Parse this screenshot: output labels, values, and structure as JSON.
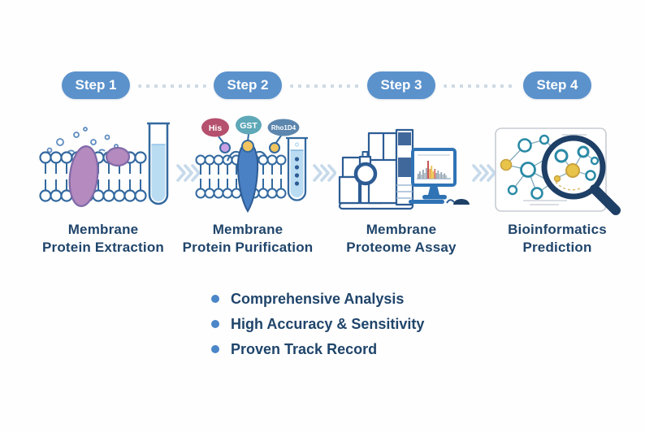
{
  "steps": [
    {
      "badge": "Step 1",
      "label_line1": "Membrane",
      "label_line2": "Protein Extraction"
    },
    {
      "badge": "Step 2",
      "label_line1": "Membrane",
      "label_line2": "Protein Purification"
    },
    {
      "badge": "Step 3",
      "label_line1": "Membrane",
      "label_line2": "Proteome Assay"
    },
    {
      "badge": "Step 4",
      "label_line1": "Bioinformatics",
      "label_line2": "Prediction"
    }
  ],
  "purification_tags": [
    {
      "label": "His",
      "color": "#b5506e"
    },
    {
      "label": "GST",
      "color": "#5ea8b8"
    },
    {
      "label": "Rho1D4",
      "color": "#5d86ae"
    }
  ],
  "features": [
    "Comprehensive Analysis",
    "High Accuracy & Sensitivity",
    "Proven Track Record"
  ],
  "colors": {
    "badge_blue": "#5b92cc",
    "outline_blue": "#33699f",
    "protein_blue": "#4a80c4",
    "liquid_blue": "#b9dcf2",
    "membrane_purple": "#b48abf",
    "accent_purple": "#c9a0e4",
    "accent_yellow": "#f2c45f",
    "navy": "#1e3f66",
    "text_navy": "#20456b",
    "bullet_blue": "#4a86c8",
    "chevron_blue": "#c7daeb",
    "node_teal": "#2a8aa6"
  }
}
